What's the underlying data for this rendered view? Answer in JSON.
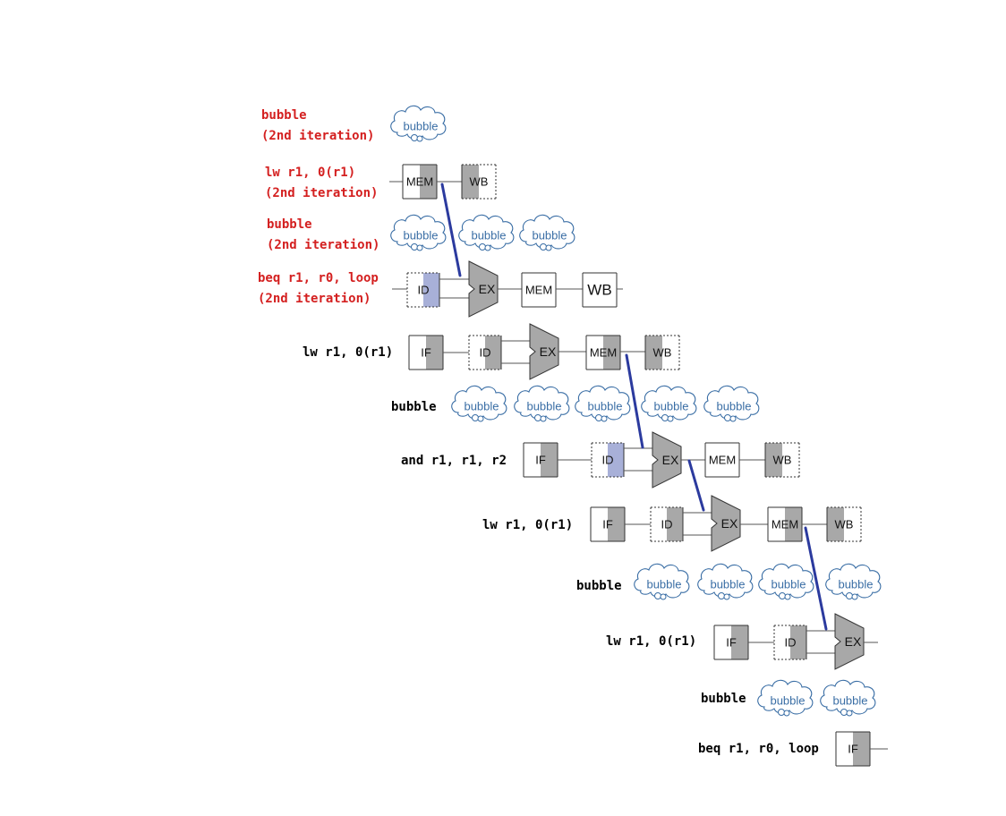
{
  "labels": {
    "bubble": "bubble",
    "if": "IF",
    "id": "ID",
    "ex": "EX",
    "mem": "MEM",
    "wb": "WB"
  },
  "colors": {
    "stage_gray": "#a8a8a8",
    "id_highlight": "#a8b0d8",
    "forward_line": "#2b3a9e",
    "label_red": "#d42020",
    "bubble_text": "#3a6ea5"
  },
  "instructions": [
    {
      "line1": "bubble",
      "line2": "(2nd iteration)",
      "color": "red"
    },
    {
      "line1": "lw r1, 0(r1)",
      "line2": "(2nd iteration)",
      "color": "red"
    },
    {
      "line1": "bubble",
      "line2": "(2nd iteration)",
      "color": "red"
    },
    {
      "line1": "beq r1, r0, loop",
      "line2": "(2nd iteration)",
      "color": "red"
    },
    {
      "line1": "lw r1, 0(r1)",
      "line2": "",
      "color": "black"
    },
    {
      "line1": "bubble",
      "line2": "",
      "color": "black"
    },
    {
      "line1": "and r1, r1, r2",
      "line2": "",
      "color": "black"
    },
    {
      "line1": "lw r1, 0(r1)",
      "line2": "",
      "color": "black"
    },
    {
      "line1": "bubble",
      "line2": "",
      "color": "black"
    },
    {
      "line1": "lw r1, 0(r1)",
      "line2": "",
      "color": "black"
    },
    {
      "line1": "bubble",
      "line2": "",
      "color": "black"
    },
    {
      "line1": "beq r1, r0, loop",
      "line2": "",
      "color": "black"
    }
  ]
}
